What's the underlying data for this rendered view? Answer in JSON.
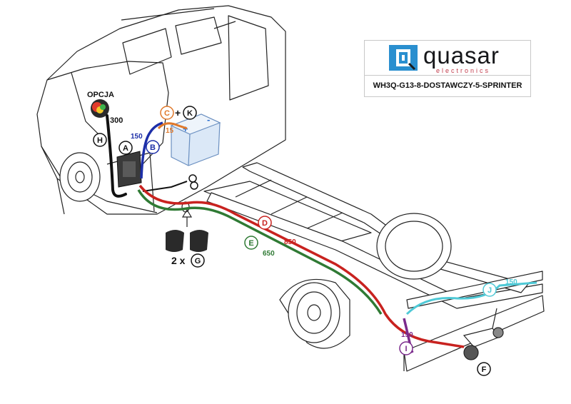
{
  "brand": {
    "name": "quasar",
    "tagline": "electronics"
  },
  "model_code": "WH3Q-G13-8-DOSTAWCZY-5-SPRINTER",
  "labels": {
    "option": "OPCJA",
    "length_300": "300",
    "length_150_b": "150",
    "length_15": "15",
    "length_850": "850",
    "length_650": "650",
    "length_150_j": "150",
    "length_150_i": "150",
    "plus": "+",
    "quantity": "2 x"
  },
  "markers": {
    "A": "A",
    "B": "B",
    "C": "C",
    "D": "D",
    "E": "E",
    "F": "F",
    "G": "G",
    "H": "H",
    "I": "I",
    "J": "J",
    "K": "K"
  },
  "colors": {
    "red_wire": "#c8221f",
    "green_wire": "#2f7a34",
    "blue_wire": "#1d2fa8",
    "orange_wire": "#e0792b",
    "cyan_wire": "#4fc9d6",
    "purple_wire": "#7b2a8c",
    "brand_blue": "#2a8fcf",
    "brand_red": "#c23a4a"
  }
}
